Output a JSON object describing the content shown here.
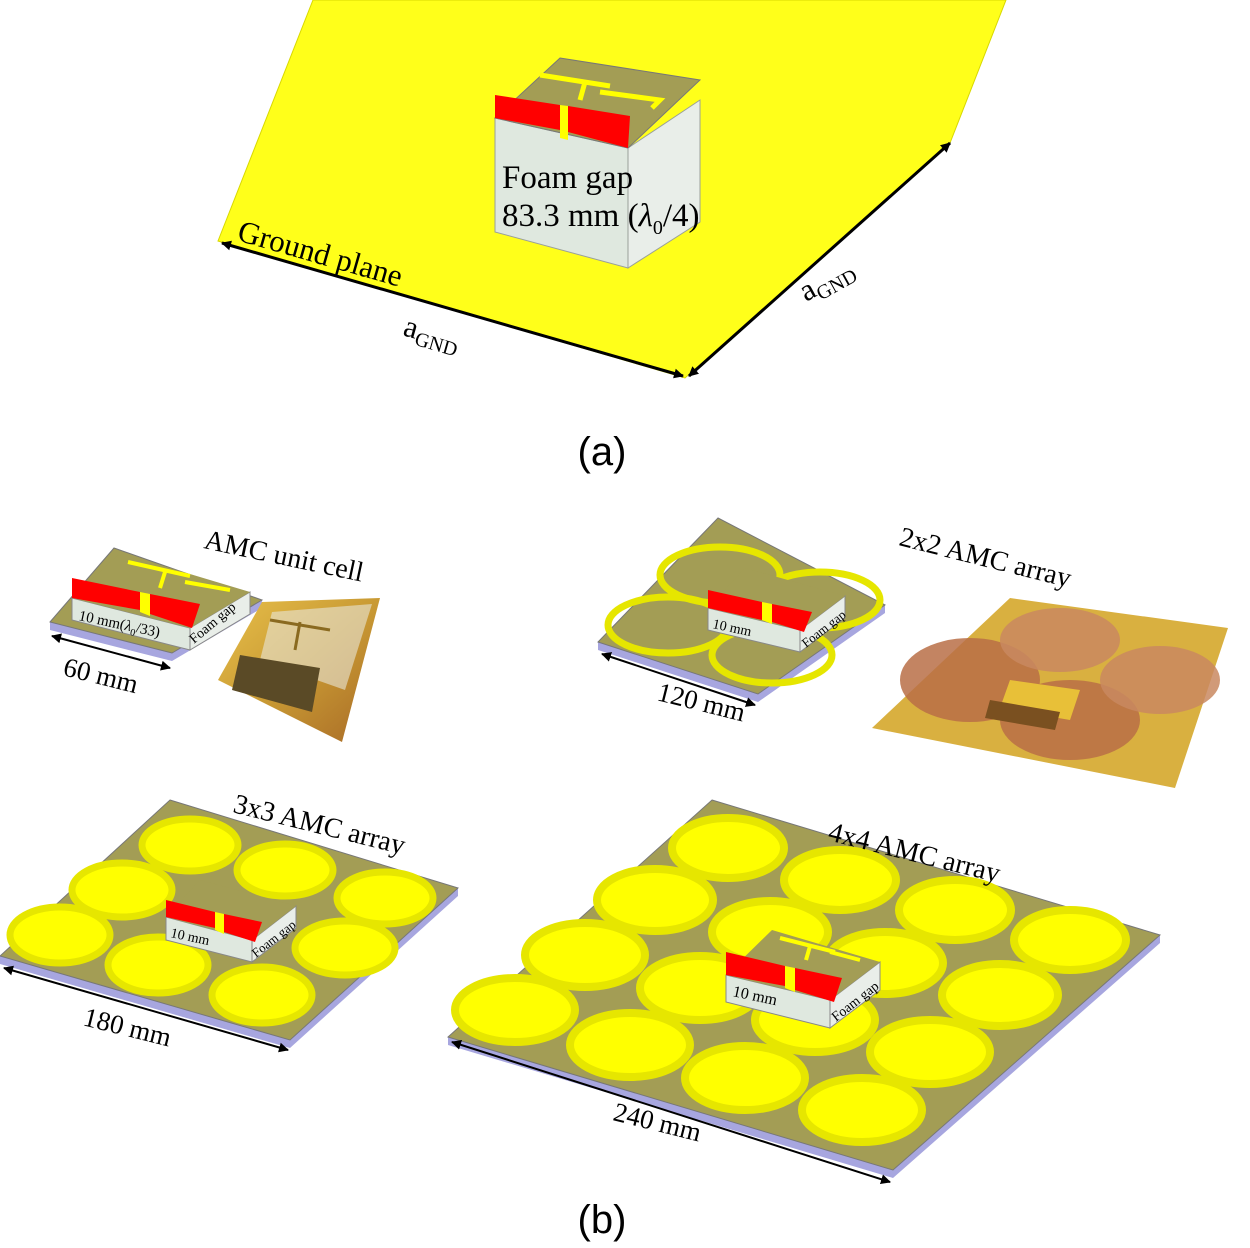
{
  "colors": {
    "ground_plane": "#ffff1a",
    "patch_yellow": "#ffff00",
    "substrate_olive": "#a39d55",
    "ring_yellow": "#e6e600",
    "feed_red": "#ff0000",
    "foam_face": "#dfe8df",
    "base_lavender": "#a7a6df",
    "photo_kapton": "#d9b040",
    "photo_copper": "#b86f47"
  },
  "panel_a": {
    "caption": "(a)",
    "foam_label_line1": "Foam gap",
    "foam_label_line2_prefix": "83.3 mm (",
    "foam_label_lambda": "λ",
    "foam_label_sub": "0",
    "foam_label_line2_suffix": "/4)",
    "ground_label": "Ground plane",
    "dim_front_main": "a",
    "dim_front_sub": "GND",
    "dim_right_main": "a",
    "dim_right_sub": "GND"
  },
  "panel_b": {
    "caption": "(b)",
    "unit_cell": {
      "title": "AMC unit cell",
      "dim": "60 mm",
      "height_prefix": "10 mm(",
      "height_lambda": "λ",
      "height_sub": "0",
      "height_suffix": "/33)",
      "foam": "Foam gap"
    },
    "array_2x2": {
      "title": "2x2 AMC array",
      "dim": "120 mm",
      "height": "10 mm",
      "foam": "Foam gap"
    },
    "array_3x3": {
      "title": "3x3 AMC array",
      "dim": "180 mm",
      "height": "10 mm",
      "foam": "Foam gap"
    },
    "array_4x4": {
      "title": "4x4 AMC array",
      "dim": "240 mm",
      "height": "10 mm",
      "foam": "Foam gap"
    }
  }
}
